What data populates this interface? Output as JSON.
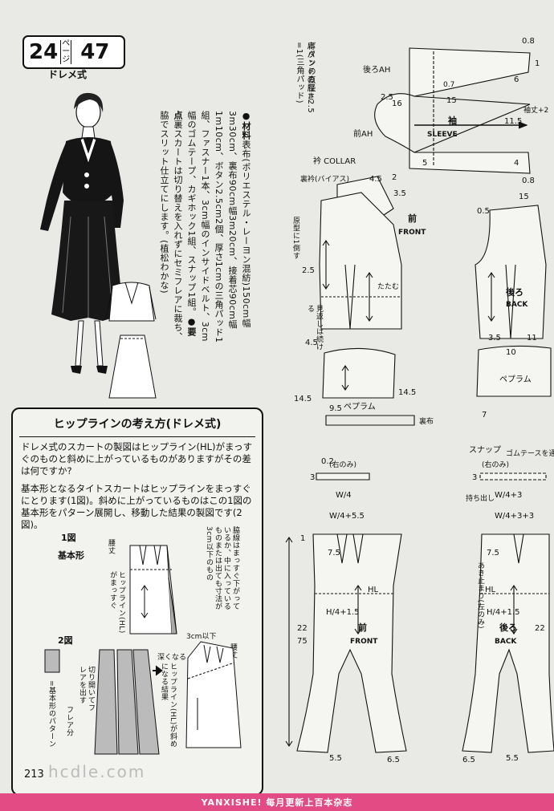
{
  "badge": {
    "left_number": "24",
    "page_label": "ページ",
    "right_number": "47",
    "subtitle": "ドレメ式"
  },
  "materials": {
    "heading": "●材料",
    "text": "表布(ポリエステル・レーヨン混紡)150cm幅3m30cm、裏布90cm幅3m20cm、接着芯90cm幅1m10cm、ボタン2.5cm2個、厚さ1cmの三角パッド1組、ファスナー1本、3cm幅のインサイドベルト、3cm幅のゴムテープ、カギホック1組、スナップ1組。",
    "points_heading": "●要点",
    "points_text": "裏スカートは切り替えを入れずにセミフレアに裁ち、脇でスリット仕立てにします。",
    "credit": "(植松わかな)"
  },
  "sidebar": {
    "title": "ヒップラインの考え方(ドレメ式)",
    "question": "ドレメ式のスカートの製図はヒップライン(HL)がまっすぐのものと斜めに上がっているものがありますがその差は何ですか?",
    "answer": "基本形となるタイトスカートはヒップラインをまっすぐにとります(1図)。斜めに上がっているものはこの1図の基本形をパターン展開し、移動した結果の製図です(2図)。",
    "fig1": "1図",
    "fig1_sub": "基本形",
    "fig2": "2図",
    "waist": "腰丈",
    "hl_straight": "ヒップライン(HL)がまっすぐ",
    "front": "前",
    "side_note": "脇線はまっすぐ下がっているか、中に入っているものまたは出ても寸法が3cm以下のもの",
    "less3": "3cm以下",
    "deeper": "深くなる",
    "hl_slant": "ヒップライン(HL)が斜めになる結果",
    "cut_open": "切り開いてフレアを出す",
    "flare_amt": "フレア分",
    "basic_note": "=基本形のパターン"
  },
  "pattern_labels": {
    "button_dia": "ボタンの直径=2.5",
    "shoulder_pad": "肩パッドの厚さ=1(三角パッド)",
    "back_ah": "後ろAH",
    "front_ah": "前AH",
    "sleeve_jp": "袖",
    "sleeve_en": "SLEEVE",
    "sleeve_len": "袖丈+2",
    "collar": "衿 COLLAR",
    "collar_sub": "裏衿(バイアス)",
    "front_jp": "前",
    "front_en": "FRONT",
    "back_jp": "後ろ",
    "back_en": "BACK",
    "peplum": "ペプラム",
    "facing": "見返しは続ける",
    "lining": "裏布",
    "original": "原型に1倒す",
    "fold": "たたむ",
    "waistband_left": "(右のみ)",
    "snap": "スナップ",
    "elastic": "ゴムテースを通す",
    "tab": "持ち出し",
    "opening": "あき止まり(左のみ)",
    "w4_55": "W/4+5.5",
    "w4_33": "W/4+3+3",
    "w4": "W/4",
    "w4_3": "W/4+3",
    "h4": "H/4+1.5",
    "hl": "HL",
    "n08": "0.8",
    "n07": "0.7",
    "n05": "0.5",
    "n25": "2.5",
    "n15": "15",
    "n16": "16",
    "n115": "11.5",
    "n1": "1",
    "n4": "4",
    "n5": "5",
    "n6": "6",
    "n2": "2",
    "n3": "3",
    "n35": "3.5",
    "n45": "4.5",
    "n145": "14.5",
    "n95": "9.5",
    "n11": "11",
    "n7": "7",
    "n75": "7.5",
    "n22": "22",
    "n55": "5.5",
    "n65": "6.5",
    "n755": "75",
    "n02": "0.2",
    "n10": "10",
    "n08b": "0.8"
  },
  "footer": {
    "page": "213",
    "watermark": "hcdle.com",
    "banner": "YANXISHE! 每月更新上百本杂志"
  }
}
